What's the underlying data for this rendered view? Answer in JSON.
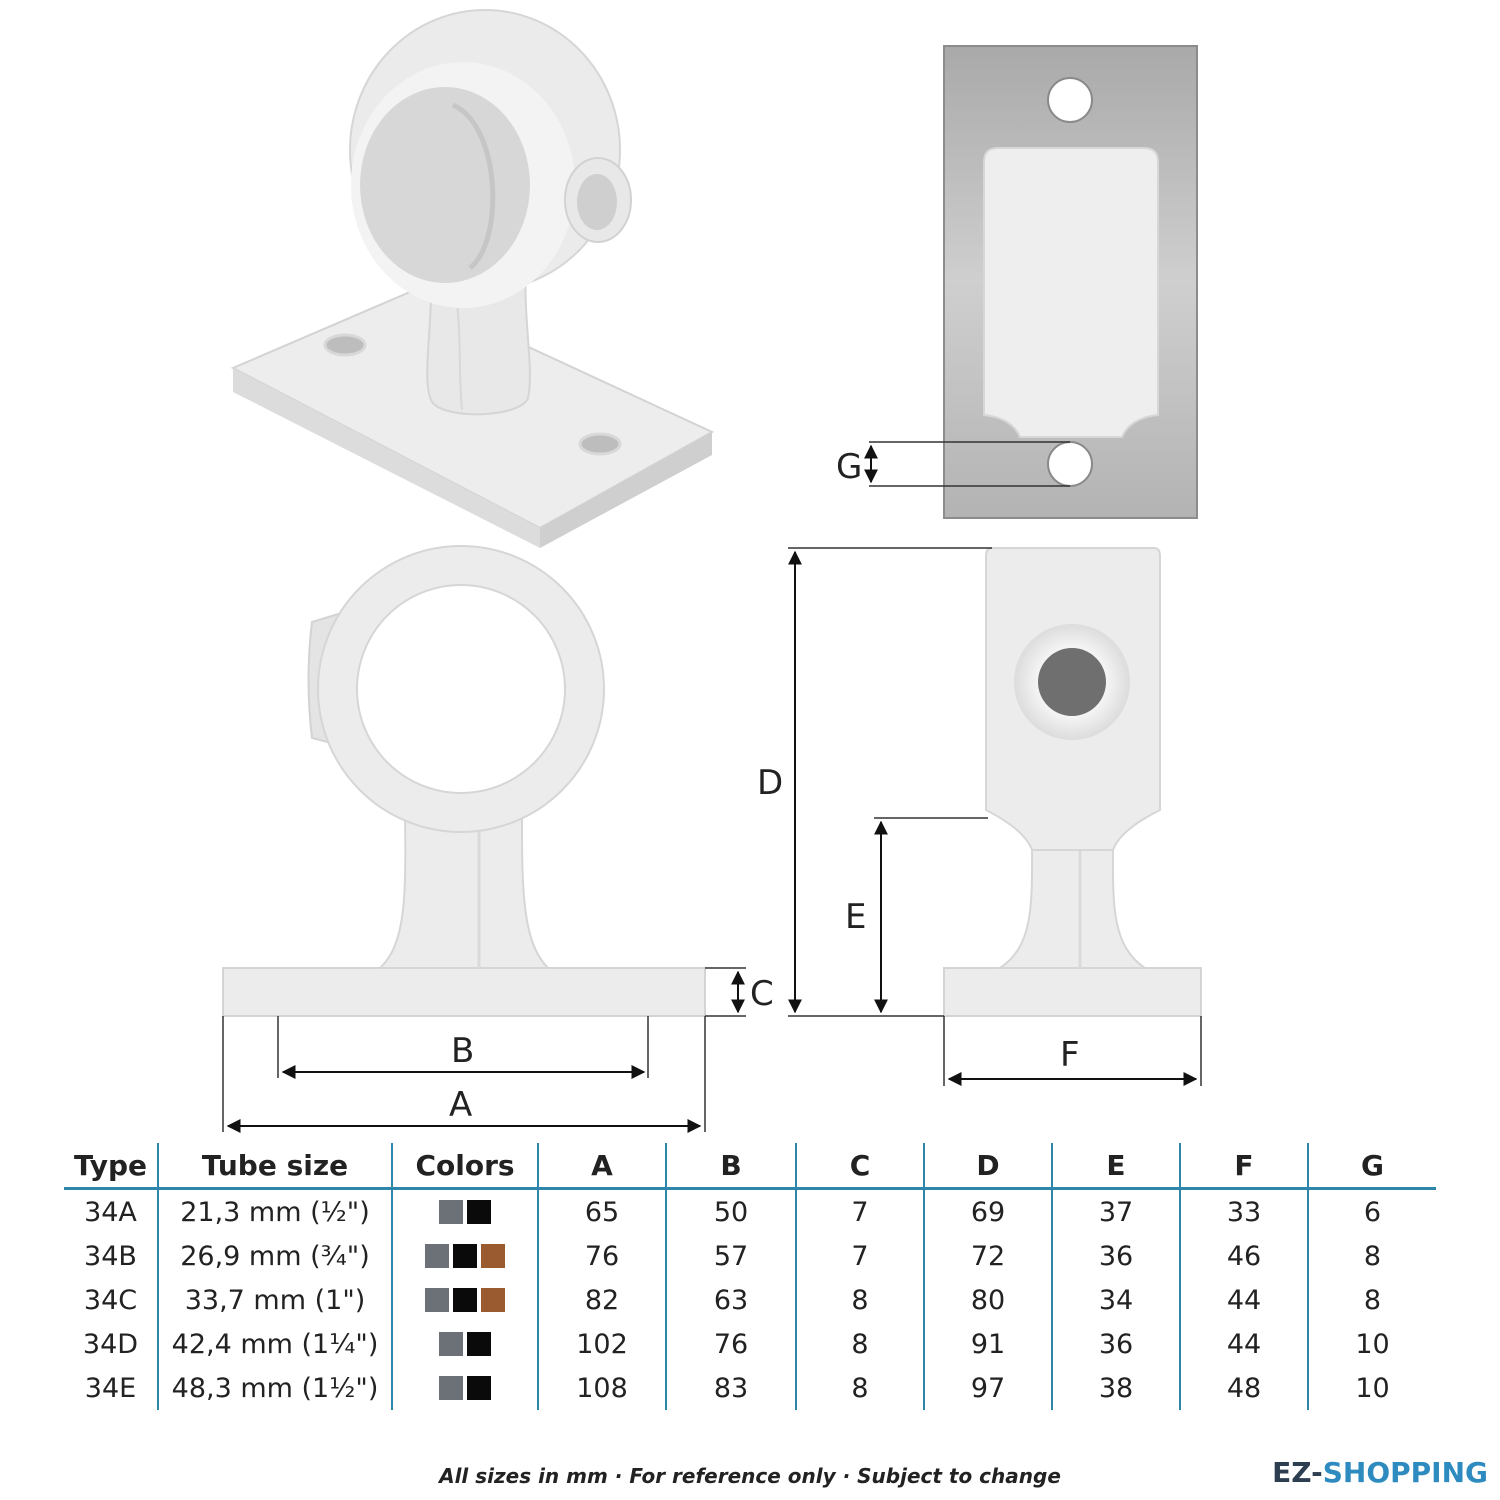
{
  "dimension_labels": {
    "A": "A",
    "B": "B",
    "C": "C",
    "D": "D",
    "E": "E",
    "F": "F",
    "G": "G"
  },
  "table": {
    "headers": [
      "Type",
      "Tube size",
      "Colors",
      "A",
      "B",
      "C",
      "D",
      "E",
      "F",
      "G"
    ],
    "rows": [
      {
        "type": "34A",
        "tube": "21,3 mm (½\")",
        "colors": [
          "#6b7177",
          "#0a0a0a"
        ],
        "a": "65",
        "b": "50",
        "c": "7",
        "d": "69",
        "e": "37",
        "f": "33",
        "g": "6"
      },
      {
        "type": "34B",
        "tube": "26,9 mm (¾\")",
        "colors": [
          "#6b7177",
          "#0a0a0a",
          "#9a5b30"
        ],
        "a": "76",
        "b": "57",
        "c": "7",
        "d": "72",
        "e": "36",
        "f": "46",
        "g": "8"
      },
      {
        "type": "34C",
        "tube": "33,7 mm (1\")",
        "colors": [
          "#6b7177",
          "#0a0a0a",
          "#9a5b30"
        ],
        "a": "82",
        "b": "63",
        "c": "8",
        "d": "80",
        "e": "34",
        "f": "44",
        "g": "8"
      },
      {
        "type": "34D",
        "tube": "42,4 mm (1¼\")",
        "colors": [
          "#6b7177",
          "#0a0a0a"
        ],
        "a": "102",
        "b": "76",
        "c": "8",
        "d": "91",
        "e": "36",
        "f": "44",
        "g": "10"
      },
      {
        "type": "34E",
        "tube": "48,3 mm (1½\")",
        "colors": [
          "#6b7177",
          "#0a0a0a"
        ],
        "a": "108",
        "b": "83",
        "c": "8",
        "d": "97",
        "e": "38",
        "f": "48",
        "g": "10"
      }
    ]
  },
  "footnote": "All sizes in mm · For reference only · Subject to change",
  "brand": {
    "part1": "EZ-",
    "part2": "SHOPPING"
  }
}
